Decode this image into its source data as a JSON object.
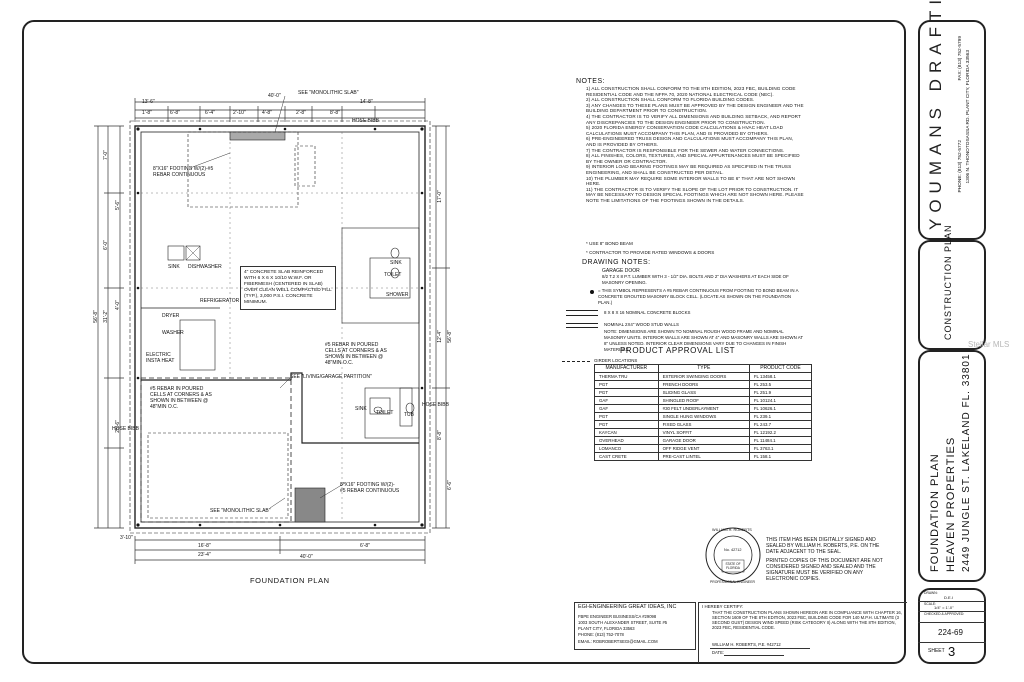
{
  "firm": {
    "name": "YOUMANS DRAFTING & DESIGN",
    "phone": "PHONE: (813) 752-5772",
    "fax": "FAX: (813) 752-5799",
    "address": "1306 N. THONOTOSASSA RD. PLANT CITY, FLORIDA 33563"
  },
  "title_block": {
    "sheet_type": "CONSTRUCTION PLAN",
    "plan_name": "FOUNDATION PLAN",
    "project": "HEAVEN PROPERTIES",
    "site": "2449 JUNGLE ST. LAKELAND FL. 33801",
    "drawn_label": "DRAWN:",
    "drawn_value": "D.E.I",
    "scale_label": "SCALE:",
    "scale_value": "1/4\" = 1'-0\"",
    "checked_label": "CHECKED & APPROVED:",
    "job_number": "224-69",
    "sheet_label": "SHEET",
    "sheet_number": "3"
  },
  "watermark": "Stellar MLS",
  "plan": {
    "caption": "FOUNDATION PLAN",
    "dims_top": [
      "13'-6\"",
      "40'-0\"",
      "14'-8\"",
      "1'-8\"",
      "6'-8\"",
      "6'-4\"",
      "2'-10\"",
      "4'-8\"",
      "2'-8\"",
      "8'-8\""
    ],
    "dims_bottom": [
      "16'-8\"",
      "23'-4\"",
      "40'-0\"",
      "3'-10\"",
      "6'-8\""
    ],
    "dims_left": [
      "56'-8\"",
      "31'-2\"",
      "25'-6\"",
      "7'-0\"",
      "6'-0\"",
      "5'-6\"",
      "4'-0\""
    ],
    "dims_right": [
      "56'-8\"",
      "17'-0\"",
      "12'-4\"",
      "8'-8\"",
      "6'-6\""
    ],
    "slab_note": "4\" CONCRETE SLAB REINFORCED WITH 6 X 6 X 10/10 W.W.F. OR FIBERMESH (CENTERED IN SLAB) OVER CLEAN WELL COMPACTED FILL (TYP.), 3,000 P.S.I. CONCRETE MINIMUM.",
    "labels": {
      "monolithic_top": "SEE \"MONOLITHIC SLAB\"",
      "monolithic_bottom": "SEE \"MONOLITHIC SLAB\"",
      "footing_top": "8\"X16\" FOOTING W/(2)-#5 REBAR CONTINUOUS",
      "footing_bottom": "8\"X16\" FOOTING W/(2)-#5 REBAR CONTINUOUS",
      "sink": "SINK",
      "dishwasher": "DISHWASHER",
      "refrigerator": "REFRIGERATOR",
      "dryer": "DRYER",
      "washer": "WASHER",
      "electric": "ELECTRIC INSTA HEAT",
      "sink2": "SINK",
      "toilet": "TOILET",
      "shower": "SHOWER",
      "rebar_right": "#5 REBAR IN POURED CELLS AT CORNERS & AS SHOWN IN BETWEEN @ 48\"MIN O.C.",
      "rebar_left": "#5 REBAR IN POURED CELLS AT CORNERS & AS SHOWN IN BETWEEN @ 48\"MIN O.C.",
      "living_garage": "SEE \"LIVING/GARAGE PARTITION\"",
      "sink3": "SINK",
      "toilet2": "TOILET",
      "tub": "TUB",
      "hose_bibb_top": "HOSE BIBB",
      "hose_bibb_right": "HOSE BIBB",
      "hose_bibb_left": "HOSE BIBB"
    }
  },
  "notes": {
    "title": "NOTES:",
    "items": [
      "1) ALL CONSTRUCTION SHALL CONFORM TO THE 8TH EDITION, 2023 FBC, BUILDING CODE RESIDENTIAL CODE AND THE NFPA 70, 2020 NATIONAL ELECTRICAL CODE (NEC).",
      "2) ALL CONSTRUCTION SHALL CONFORM TO FLORIDA BUILDING CODES.",
      "3) ANY CHANGES TO THESE PLANS MUST BE APPROVED BY THE DESIGN ENGINEER AND THE BUILDING DEPARTMENT PRIOR TO CONSTRUCTION.",
      "4) THE CONTRACTOR IS TO VERIFY ALL DIMENSIONS AND BUILDING SETBACK, AND REPORT ANY DISCREPANCIES TO THE DESIGN ENGINEER PRIOR TO CONSTRUCTION.",
      "5) 2020 FLORIDA ENERGY CONSERVATION CODE CALCULATIONS & HVAC HEAT LOAD CALCULATIONS MUST ACCOMPANY THIS PLAN, AND IS PROVIDED BY OTHERS.",
      "6) PRE-ENGINEERED TRUSS DESIGN AND CALCULATIONS MUST ACCOMPANY THIS PLAN, AND IS PROVIDED BY OTHERS.",
      "7) THE CONTRACTOR IS RESPONSIBLE FOR THE SEWER AND WATER CONNECTIONS.",
      "8) ALL FINISHES, COLORS, TEXTURES, AND SPECIAL APPURTENANCES MUST BE SPECIFIED BY THE OWNER OR CONTRACTOR.",
      "9) INTERIOR LOAD BEARING FOOTINGS MAY BE REQUIRED AS SPECIFIED IN THE TRUSS ENGINEERING, AND SHALL BE CONSTRUCTED PER DETAIL.",
      "10) THE PLUMBER MAY REQUIRE SOME INTERIOR WALLS TO BE 6\" THAT ARE NOT SHOWN HERE.",
      "11) THE CONTRACTOR IS TO VERIFY THE SLOPE OF THE LOT PRIOR TO CONSTRUCTION. IT MAY BE NECESSARY TO DESIGN SPECIAL FOOTINGS WHICH ARE NOT SHOWN HERE. PLEASE NOTE THE LIMITATIONS OF THE FOOTINGS SHOWN IN THE DETAILS."
    ],
    "extra": [
      "* USE 8\" BOND BEAM",
      "* CONTRACTOR TO PROVIDE RATED WINDOWS & DOORS"
    ]
  },
  "drawing_notes": {
    "title": "DRAWING NOTES:",
    "garage_door": "GARAGE DOOR",
    "garage_door_text": "8/2 T.2 X 8 P.T. LUMBER WITH 3 - 1/2\" DIA. BOLTS AND 2\" DIA WASHERS AT EACH SIDE OF MASONRY OPENING.",
    "rebar_symbol": "= THIS SYMBOL REPRESENTS A #5 REBAR CONTINUOUS FROM FOOTING TO BOND BEAM IN A CONCRETE GROUTED MASONRY BLOCK CELL. (LOCATE AS SHOWN ON THE FOUNDATION PLAN.)",
    "blocks": "8 X 8 X 16 NOMINAL CONCRETE BLOCKS",
    "stud_walls": "NOMINAL 2X4\" WOOD STUD WALLS",
    "dims_note": "NOTE: DIMENSIONS ARE SHOWN TO NOMINAL ROUGH WOOD FRAME AND NOMINAL MASONRY UNITS. INTERIOR WALLS ARE SHOWN AT 4\" AND MASONRY WALLS ARE SHOWN AT 8\" UNLESS NOTED. INTERIOR CLEAR DIMENSIONS VARY DUE TO CHANGES IN FINISH MATERIALS.",
    "girder": "GIRDER LOCATIONS"
  },
  "product_approval": {
    "title": "PRODUCT APPROVAL LIST",
    "headers": [
      "MANUFACTURER",
      "TYPE",
      "PRODUCT CODE"
    ],
    "rows": [
      [
        "THERMA TRU",
        "EXTERIOR SWINGING DOORS",
        "FL 13458.1"
      ],
      [
        "PGT",
        "FRENCH DOORS",
        "FL 253.5"
      ],
      [
        "PGT",
        "SLIDING GLASS",
        "FL 251.9"
      ],
      [
        "GAF",
        "SHINGLED ROOF",
        "FL 10124.1"
      ],
      [
        "GAF",
        "#30 FELT UNDERLAYMENT",
        "FL 10626.1"
      ],
      [
        "PGT",
        "SINGLE HUNG WINDOWS",
        "FL 239.1"
      ],
      [
        "PGT",
        "FIXED GLASS",
        "FL 243.7"
      ],
      [
        "KAYCAN",
        "VINYL SOFFIT",
        "FL 12192.2"
      ],
      [
        "OVERHEAD",
        "GARAGE DOOR",
        "FL 11484.1"
      ],
      [
        "LOMANCO",
        "OFF RIDGE VENT",
        "FL 3763.1"
      ],
      [
        "CAST CRETE",
        "PRE-CAST LINTEL",
        "FL 158.1"
      ]
    ]
  },
  "seal": {
    "name": "WILLIAM H. ROBERTS",
    "license": "No. 42712",
    "state": "STATE OF FLORIDA",
    "ring": "PROFESSIONAL ENGINEER",
    "signed_text": "THIS ITEM HAS BEEN DIGITALLY SIGNED AND SEALED BY WILLIAM H. ROBERTS, P.E. ON THE DATE ADJACENT TO THE SEAL.",
    "printed_text": "PRINTED COPIES OF THIS DOCUMENT ARE NOT CONSIDERED SIGNED AND SEALED AND THE SIGNATURE MUST BE VERIFIED ON ANY ELECTRONIC COPIES."
  },
  "engineer": {
    "company": "EGI-ENGINEERING GREAT IDEAS, INC",
    "lines": [
      "FBPE ENGINEER BUSINESS/CA #29098",
      "1003 SOUTH ALEXANDER STREET, SUITE #5",
      "PLANT CITY, FLORIDA 33563",
      "PHONE: (813) 752-7078",
      "EMAIL: ROBROBERTSEGI@GMAIL.COM"
    ]
  },
  "certify": {
    "title": "I HEREBY CERTIFY:",
    "text": "THAT THE CONSTRUCTION PLANS SHOWN HEREON ARE IN COMPLIANCE WITH CHAPTER 16, SECTION 1609 OF THE 8TH EDITION, 2023 FBC, BUILDING CODE FOR 140 M.P.H. ULTIMATE (3 SECOND GUST) DESIGN WIND SPEED (RISK CATEGORY II) ALONG WITH THE 8TH EDITION, 2023 FBC, RESIDENTIAL CODE.",
    "signer": "WILLIAM H. ROBERTS, P.E. #42712",
    "date_label": "DATE:"
  }
}
